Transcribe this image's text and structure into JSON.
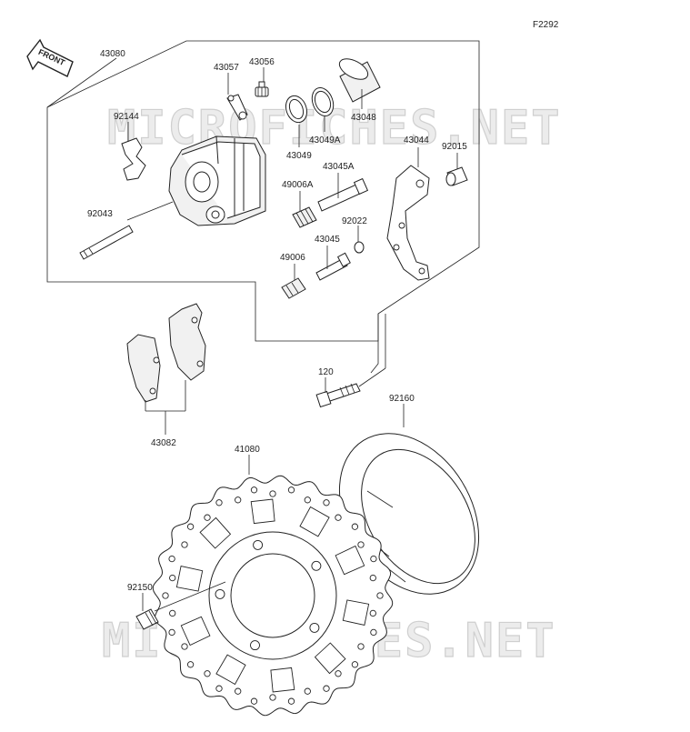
{
  "figure_code": "F2292",
  "direction_label": "FRONT",
  "watermark": "MICROFICHES.NET",
  "parts": [
    {
      "id": "p43080",
      "number": "43080"
    },
    {
      "id": "p43057",
      "number": "43057"
    },
    {
      "id": "p43056",
      "number": "43056"
    },
    {
      "id": "p92144",
      "number": "92144"
    },
    {
      "id": "p43048",
      "number": "43048"
    },
    {
      "id": "p43049A",
      "number": "43049A"
    },
    {
      "id": "p43049",
      "number": "43049"
    },
    {
      "id": "p43044",
      "number": "43044"
    },
    {
      "id": "p92015",
      "number": "92015"
    },
    {
      "id": "p43045A",
      "number": "43045A"
    },
    {
      "id": "p49006A",
      "number": "49006A"
    },
    {
      "id": "p92043",
      "number": "92043"
    },
    {
      "id": "p92022",
      "number": "92022"
    },
    {
      "id": "p43045",
      "number": "43045"
    },
    {
      "id": "p49006",
      "number": "49006"
    },
    {
      "id": "p120",
      "number": "120"
    },
    {
      "id": "p92160",
      "number": "92160"
    },
    {
      "id": "p43082",
      "number": "43082"
    },
    {
      "id": "p41080",
      "number": "41080"
    },
    {
      "id": "p92150",
      "number": "92150"
    }
  ]
}
